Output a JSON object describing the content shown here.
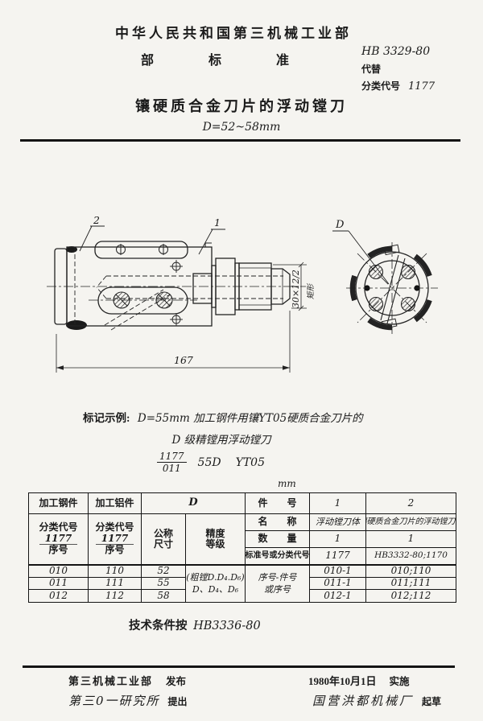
{
  "header": {
    "org": "中华人民共和国第三机械工业部",
    "dept_std": "部　标　准",
    "std_no": "HB 3329-80",
    "supersedes": "代替",
    "class_label": "分类代号",
    "class_code": "1177",
    "title": "镶硬质合金刀片的浮动镗刀",
    "range": "D=52~58mm"
  },
  "drawing": {
    "callout_2": "2",
    "callout_1": "1",
    "dia_label": "D",
    "length_dim": "167",
    "section_dim": "30×12/2",
    "section_note": "矩形"
  },
  "marking": {
    "label": "标记示例:",
    "line1": "D=55mm 加工钢件用镶YT05硬质合金刀片的",
    "line2": "D 级精镗用浮动镗刀",
    "num": "1177",
    "den": "011",
    "size_code": "55D",
    "grade_code": "YT05"
  },
  "table": {
    "unit": "mm",
    "left": {
      "col1_header": "加工钢件",
      "col2_header": "加工铝件",
      "d_header": "D",
      "code_label": "分类代号",
      "code_value": "1177",
      "serial_label": "序号",
      "nominal_l1": "公称",
      "nominal_l2": "尺寸",
      "grade_l1": "精度",
      "grade_l2": "等级",
      "grade_note_l1": "(粗镗D.D₄.D₆)",
      "grade_note_l2": "D、D₄、D₆",
      "rows": [
        {
          "steel": "010",
          "alu": "110",
          "size": "52"
        },
        {
          "steel": "011",
          "alu": "111",
          "size": "55"
        },
        {
          "steel": "012",
          "alu": "112",
          "size": "58"
        }
      ]
    },
    "right": {
      "part_no_label": "件　　号",
      "part_no_1": "1",
      "part_no_2": "2",
      "name_label": "名　　称",
      "name_1": "浮动镗刀体",
      "name_2": "镶硬质合金刀片的浮动镗刀片",
      "qty_label": "数　　量",
      "qty_1": "1",
      "qty_2": "1",
      "std_label": "标准号或分类代号",
      "std_1": "1177",
      "std_2": "HB3332-80;1170",
      "serial_l1": "序号-件号",
      "serial_l2": "或序号",
      "rows": [
        {
          "c1": "010-1",
          "c2": "010;110"
        },
        {
          "c1": "011-1",
          "c2": "011;111"
        },
        {
          "c1": "012-1",
          "c2": "012;112"
        }
      ]
    }
  },
  "tech_note": {
    "prefix": "技术条件按",
    "std": "HB3336-80"
  },
  "footer": {
    "issue_org": "第三机械工业部",
    "issue_label": "发布",
    "date": "1980年10月1日",
    "date_label": "实施",
    "propose_org": "第三0一研究所",
    "propose_label": "提出",
    "draft_org": "国营洪都机械厂",
    "draft_label": "起草"
  }
}
